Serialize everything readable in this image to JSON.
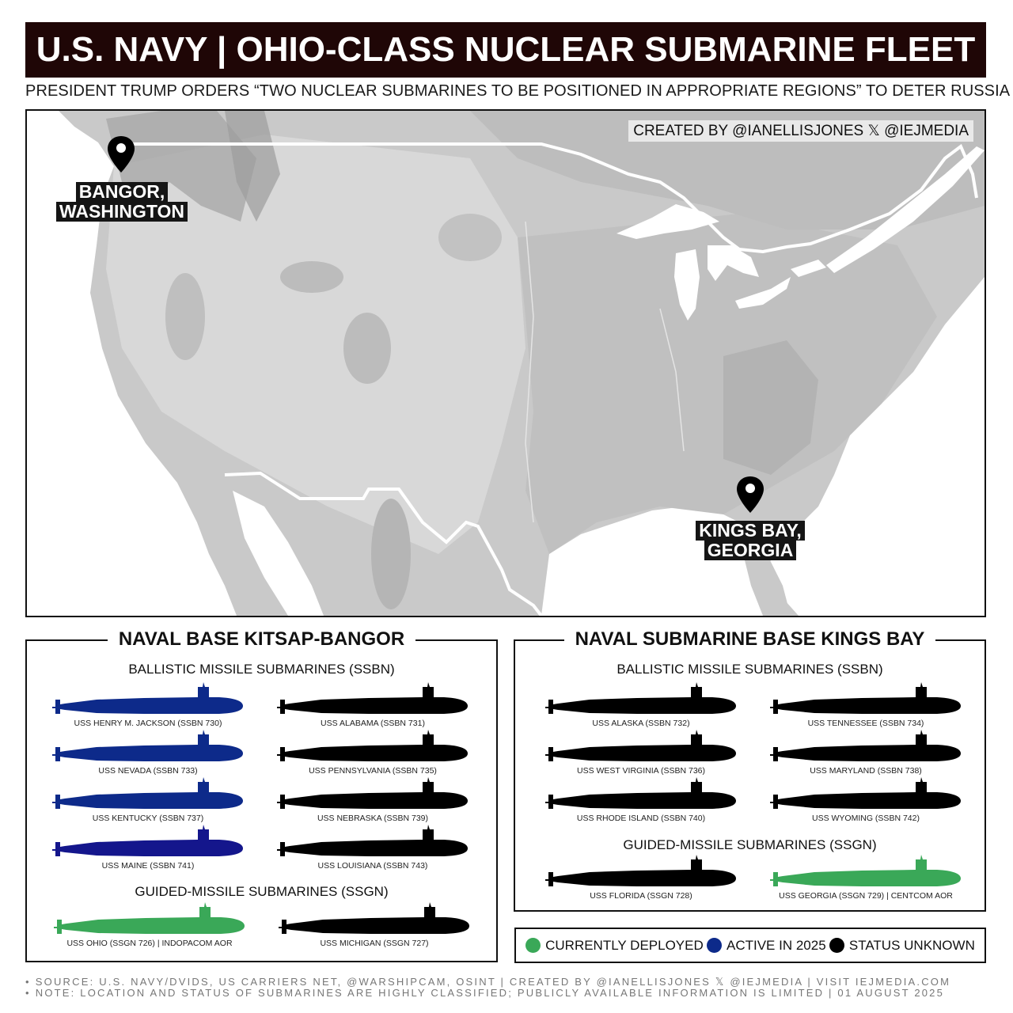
{
  "header": {
    "title": "U.S. NAVY | OHIO-CLASS NUCLEAR SUBMARINE FLEET",
    "subtitle": "PRESIDENT TRUMP ORDERS “TWO NUCLEAR SUBMARINES TO BE POSITIONED IN APPROPRIATE REGIONS” TO DETER RUSSIA"
  },
  "map": {
    "credit": "CREATED BY @IANELLISJONES 𝕏 @IEJMEDIA",
    "pins": [
      {
        "icon": "map-pin-icon",
        "line1": "BANGOR,",
        "line2": "WASHINGTON"
      },
      {
        "icon": "map-pin-icon",
        "line1": "KINGS BAY,",
        "line2": "GEORGIA"
      }
    ]
  },
  "colors": {
    "deployed": "#3aa858",
    "active": "#0d2a8a",
    "active_alt": "#14168c",
    "unknown": "#000000",
    "header_bg": "#1f0606"
  },
  "bangor": {
    "title": "NAVAL BASE KITSAP-BANGOR",
    "ssbn_title": "BALLISTIC MISSILE SUBMARINES (SSBN)",
    "ssgn_title": "GUIDED-MISSILE SUBMARINES (SSGN)",
    "ssbn": [
      {
        "name": "USS HENRY M. JACKSON (SSBN 730)",
        "status": "active"
      },
      {
        "name": "USS ALABAMA (SSBN 731)",
        "status": "unknown"
      },
      {
        "name": "USS NEVADA (SSBN 733)",
        "status": "active"
      },
      {
        "name": "USS PENNSYLVANIA (SSBN 735)",
        "status": "unknown"
      },
      {
        "name": "USS KENTUCKY (SSBN 737)",
        "status": "active"
      },
      {
        "name": "USS NEBRASKA (SSBN 739)",
        "status": "unknown"
      },
      {
        "name": "USS MAINE (SSBN 741)",
        "status": "active"
      },
      {
        "name": "USS LOUISIANA (SSBN 743)",
        "status": "unknown"
      }
    ],
    "ssgn": [
      {
        "name": "USS OHIO (SSGN 726) | INDOPACOM AOR",
        "status": "deployed"
      },
      {
        "name": "USS MICHIGAN (SSGN 727)",
        "status": "unknown"
      }
    ]
  },
  "kingsbay": {
    "title": "NAVAL SUBMARINE BASE KINGS BAY",
    "ssbn_title": "BALLISTIC MISSILE SUBMARINES (SSBN)",
    "ssgn_title": "GUIDED-MISSILE SUBMARINES (SSGN)",
    "ssbn": [
      {
        "name": "USS ALASKA (SSBN 732)",
        "status": "unknown"
      },
      {
        "name": "USS TENNESSEE (SSBN 734)",
        "status": "unknown"
      },
      {
        "name": "USS WEST VIRGINIA (SSBN 736)",
        "status": "unknown"
      },
      {
        "name": "USS MARYLAND (SSBN 738)",
        "status": "unknown"
      },
      {
        "name": "USS RHODE ISLAND (SSBN 740)",
        "status": "unknown"
      },
      {
        "name": "USS WYOMING (SSBN 742)",
        "status": "unknown"
      }
    ],
    "ssgn": [
      {
        "name": "USS FLORIDA (SSGN 728)",
        "status": "unknown"
      },
      {
        "name": "USS GEORGIA (SSGN 729) | CENTCOM AOR",
        "status": "deployed"
      }
    ]
  },
  "legend": {
    "items": [
      {
        "label": "CURRENTLY DEPLOYED",
        "color": "#3aa858"
      },
      {
        "label": "ACTIVE IN 2025",
        "color": "#0d2a8a"
      },
      {
        "label": "STATUS UNKNOWN",
        "color": "#000000"
      }
    ]
  },
  "footer": {
    "source": "SOURCE: U.S. NAVY/DVIDS, US CARRIERS NET, @WARSHIPCAM, OSINT | CREATED BY @IANELLISJONES 𝕏 @IEJMEDIA | VISIT IEJMEDIA.COM",
    "note": "NOTE: LOCATION AND STATUS OF SUBMARINES ARE HIGHLY CLASSIFIED; PUBLICLY AVAILABLE INFORMATION IS LIMITED | 01 AUGUST 2025",
    "bullet": "•"
  }
}
